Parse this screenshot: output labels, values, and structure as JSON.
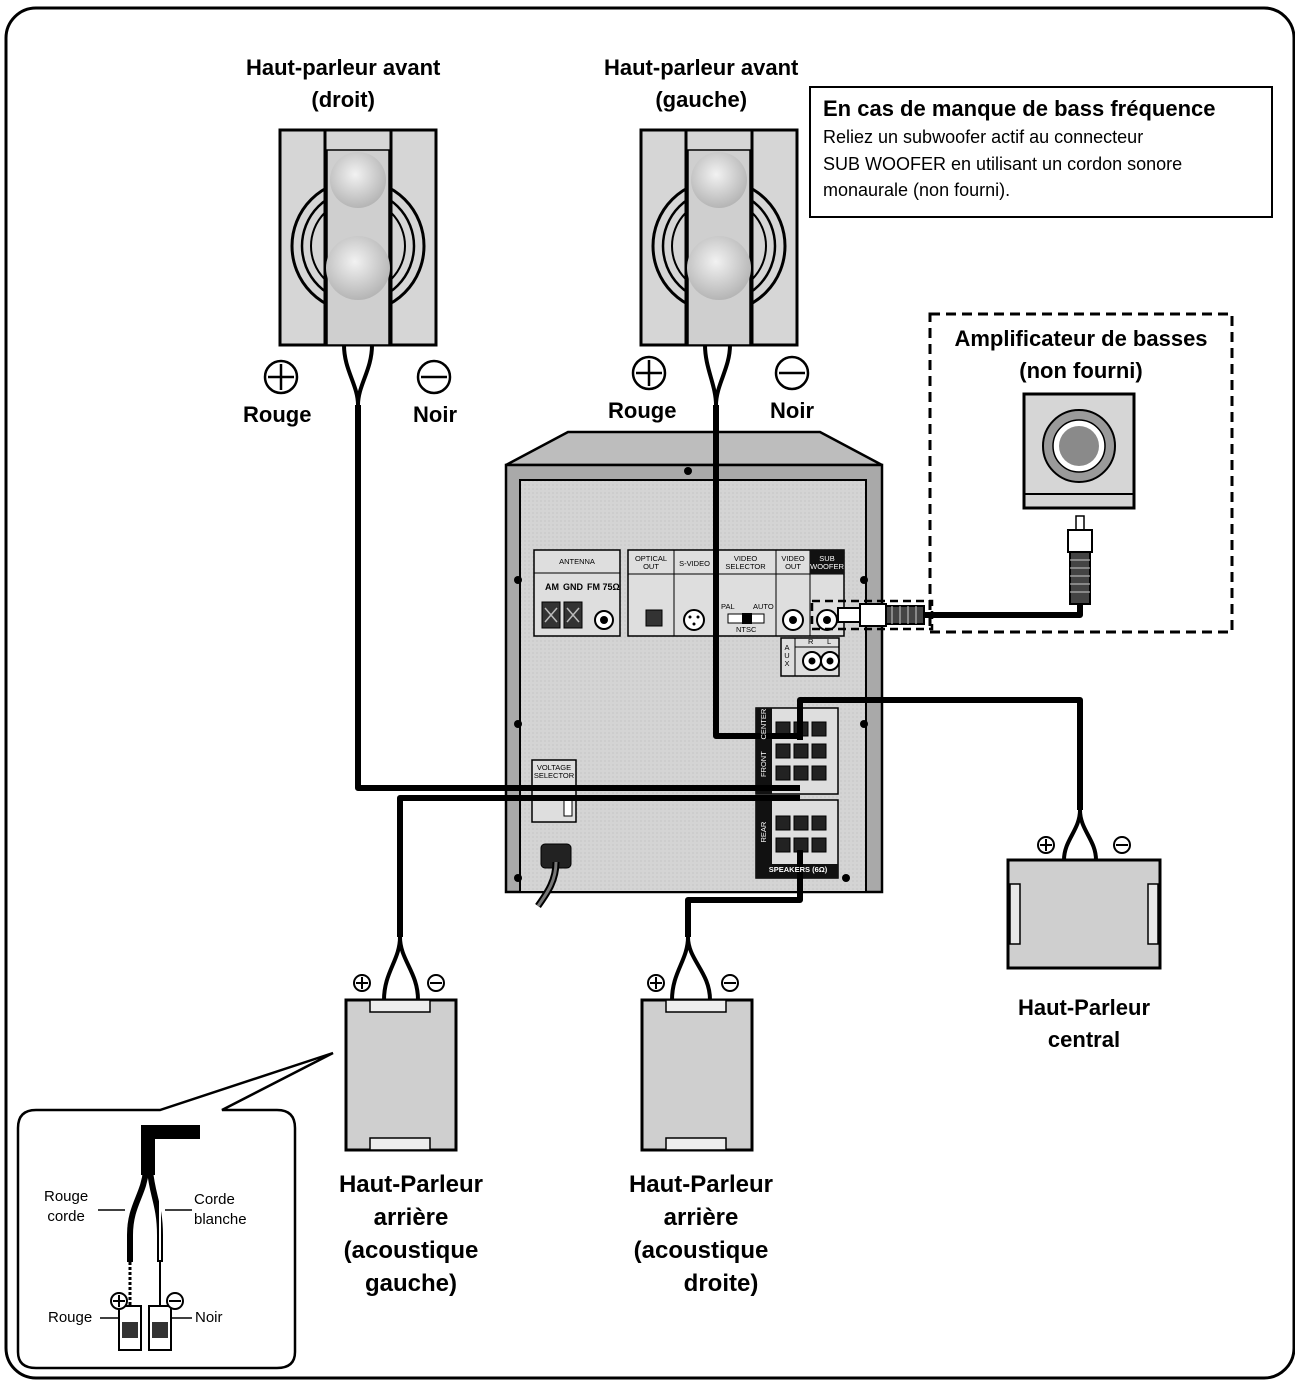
{
  "front_right": {
    "line1": "Haut-parleur avant",
    "line2": "(droit)",
    "plus_label": "Rouge",
    "minus_label": "Noir"
  },
  "front_left": {
    "line1": "Haut-parleur avant",
    "line2": "(gauche)",
    "plus_label": "Rouge",
    "minus_label": "Noir"
  },
  "note": {
    "title": "En cas de manque de bass fréquence",
    "lines": [
      "Reliez un subwoofer actif au connecteur",
      "SUB WOOFER en utilisant un cordon sonore",
      "monaurale (non fourni)."
    ]
  },
  "subwoofer_amp": {
    "line1": "Amplificateur de basses",
    "line2": "(non fourni)"
  },
  "panel": {
    "antenna": "ANTENNA",
    "am": "AM",
    "gnd": "GND",
    "fm": "FM 75Ω",
    "optical": [
      "OPTICAL",
      "OUT"
    ],
    "svideo": "S-VIDEO",
    "video_selector": [
      "VIDEO",
      "SELECTOR"
    ],
    "pal": "PAL",
    "auto": "AUTO",
    "ntsc": "NTSC",
    "video_out": [
      "VIDEO",
      "OUT"
    ],
    "sub_woofer": [
      "SUB",
      "WOOFER"
    ],
    "aux": "AUX",
    "aux_r": "R",
    "aux_l": "L",
    "center": "CENTER",
    "front": "FRONT",
    "rear": "REAR",
    "speakers": "SPEAKERS (6Ω)",
    "voltage_selector": [
      "VOLTAGE",
      "SELECTOR"
    ]
  },
  "center_speaker": {
    "line1": "Haut-Parleur",
    "line2": "central"
  },
  "rear_left": {
    "line1": "Haut-Parleur",
    "line2": "arrière",
    "line3": "(acoustique",
    "line4": "gauche)"
  },
  "rear_right": {
    "line1": "Haut-Parleur",
    "line2": "arrière",
    "line3": "(acoustique",
    "line4": "droite)"
  },
  "inset": {
    "red_cord": [
      "Rouge",
      "corde"
    ],
    "white_cord": [
      "Corde",
      "blanche"
    ],
    "red": "Rouge",
    "black": "Noir"
  },
  "colors": {
    "line": "#000000",
    "panel_gray": "#d0d0d0",
    "speaker_gray": "#cfcfcf",
    "box_gray": "#b9b9b9"
  }
}
